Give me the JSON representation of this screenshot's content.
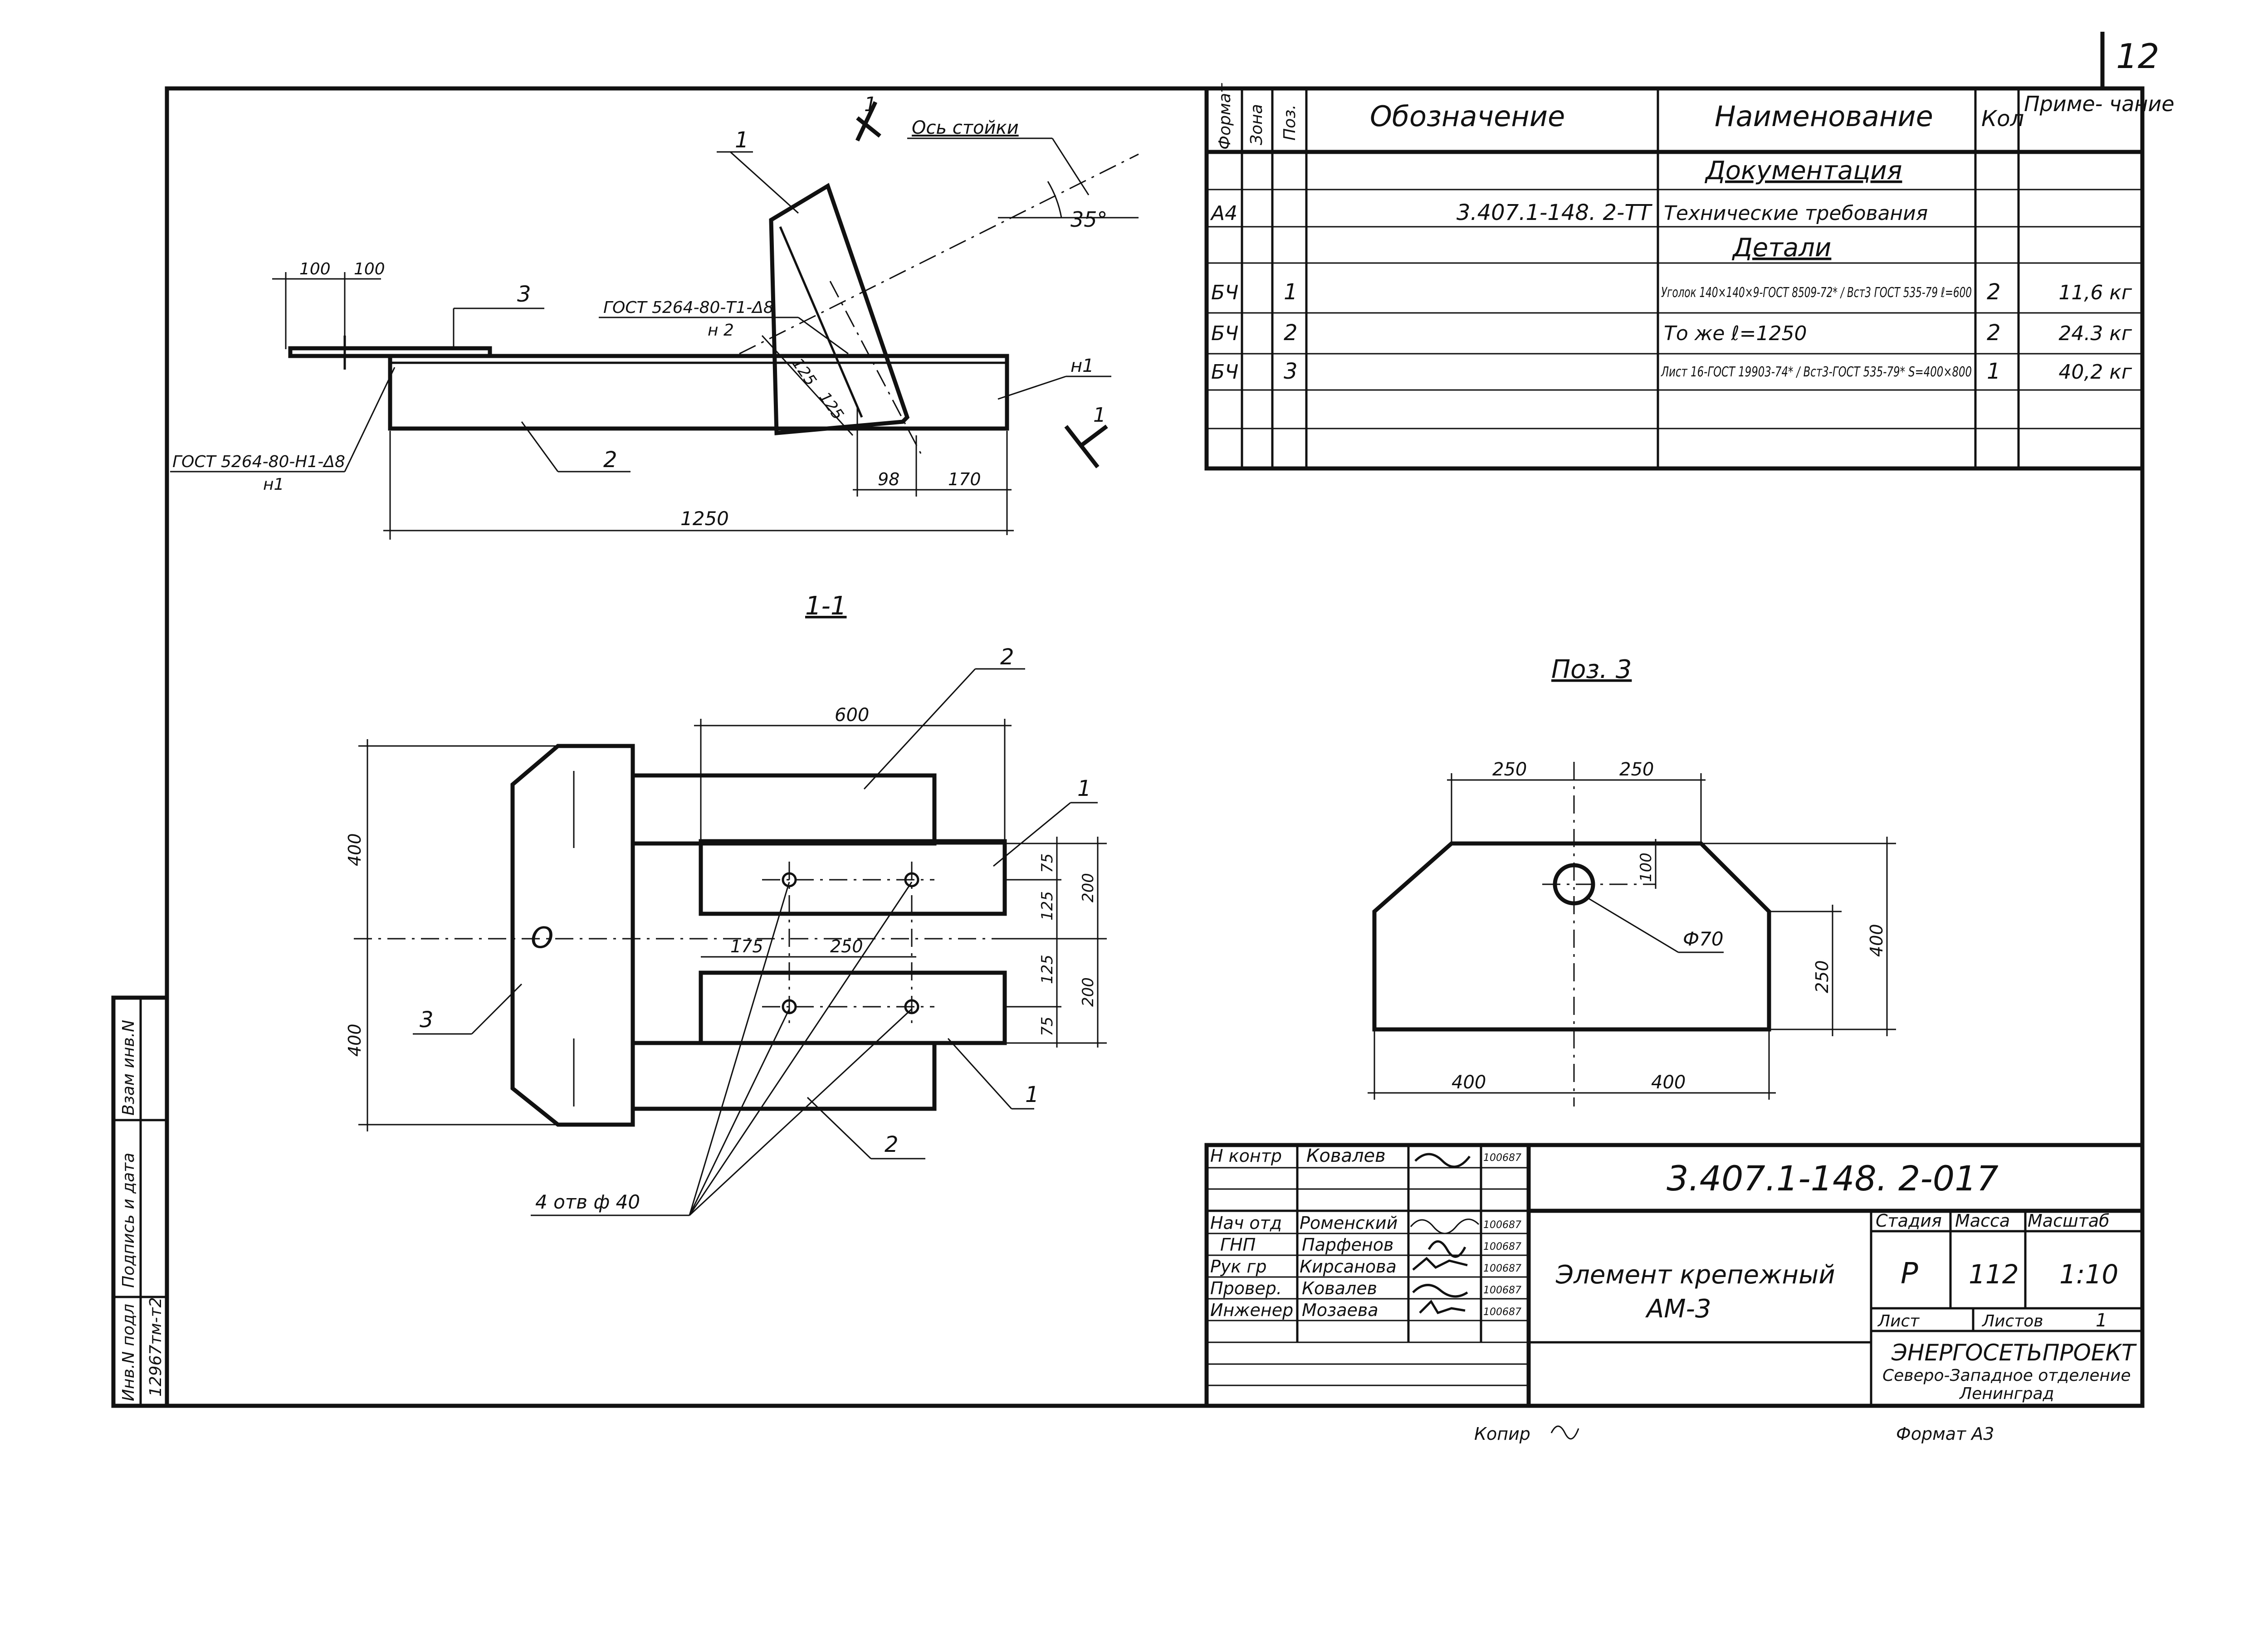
{
  "sheet_number": "12",
  "spec_table": {
    "headers": {
      "format": "Формат",
      "zone": "Зона",
      "pos": "Поз.",
      "designation": "Обозначение",
      "name": "Наименование",
      "qty": "Кол",
      "note": "Приме-\nчание"
    },
    "sections": {
      "documentation": "Документация",
      "parts": "Детали"
    },
    "rows": [
      {
        "format": "А4",
        "pos": "",
        "designation": "3.407.1-148. 2-ТТ",
        "name": "Технические требования",
        "qty": "",
        "note": ""
      },
      {
        "format": "БЧ",
        "pos": "1",
        "designation": "",
        "name": "Уголок 140×140×9-ГОСТ 8509-72* / Вст3 ГОСТ 535-79  ℓ=600",
        "qty": "2",
        "note": "11,6 кг"
      },
      {
        "format": "БЧ",
        "pos": "2",
        "designation": "",
        "name": "То же  ℓ=1250",
        "qty": "2",
        "note": "24.3 кг"
      },
      {
        "format": "БЧ",
        "pos": "3",
        "designation": "",
        "name": "Лист 16-ГОСТ 19903-74* / Вст3-ГОСТ 535-79*  S=400×800",
        "qty": "1",
        "note": "40,2 кг"
      }
    ]
  },
  "view_main": {
    "callouts": [
      "1",
      "2",
      "3"
    ],
    "axis_label": "Ось стойки",
    "angle": "35°",
    "section_mark": "1",
    "weld_top": "ГОСТ 5264-80-Т1-Δ8",
    "weld_top_ref": "н 2",
    "weld_left": "ГОСТ 5264-80-Н1-Δ8",
    "weld_left_ref": "н1",
    "weld_right_ref": "н1",
    "dims": {
      "d100a": "100",
      "d100b": "100",
      "d125a": "125",
      "d125b": "125",
      "d98": "98",
      "d170": "170",
      "d1250": "1250"
    }
  },
  "view_section": {
    "title": "1-1",
    "callouts": {
      "c2a": "2",
      "c1a": "1",
      "c3": "3",
      "c1b": "1",
      "c2b": "2"
    },
    "dims": {
      "d600": "600",
      "d400a": "400",
      "d400b": "400",
      "d75a": "75",
      "d125a": "125",
      "d200a": "200",
      "d125b": "125",
      "d75b": "75",
      "d200b": "200",
      "d175": "175",
      "d250": "250"
    },
    "holes_note": "4 отв  ф 40"
  },
  "view_pos3": {
    "title": "Поз. 3",
    "dims": {
      "d250a": "250",
      "d250b": "250",
      "d100": "100",
      "hole": "Ф70",
      "d400v": "400",
      "d250v": "250",
      "d400a": "400",
      "d400b": "400"
    }
  },
  "title_block": {
    "doc_code": "3.407.1-148. 2-017",
    "title_line1": "Элемент крепежный",
    "title_line2": "АМ-3",
    "stage_label": "Стадия",
    "mass_label": "Масса",
    "scale_label": "Масштаб",
    "stage": "Р",
    "mass": "112",
    "scale": "1:10",
    "sheet_label": "Лист",
    "sheets_label": "Листов",
    "sheets": "1",
    "org1": "ЭНЕРГОСЕТЬПРОЕКТ",
    "org2": "Северо-Западное отделение",
    "org3": "Ленинград",
    "signers": [
      {
        "role": "Н контр",
        "name": "Ковалев",
        "code": "100687"
      },
      {
        "role": "Нач отд",
        "name": "Роменский",
        "code": "100687"
      },
      {
        "role": "ГНП",
        "name": "Парфенов",
        "code": "100687"
      },
      {
        "role": "Рук гр",
        "name": "Кирсанова",
        "code": "100687"
      },
      {
        "role": "Провер.",
        "name": "Ковалев",
        "code": "100687"
      },
      {
        "role": "Инженер",
        "name": "Мозаева",
        "code": "100687"
      }
    ]
  },
  "side_stamp": {
    "inv_orig": "Инв.N подл",
    "sign_date": "Подпись и дата",
    "inv_dup": "Взам инв.N",
    "inv_value": "12967тм-т2"
  },
  "footer": {
    "copied": "Копир",
    "format": "Формат А3"
  }
}
